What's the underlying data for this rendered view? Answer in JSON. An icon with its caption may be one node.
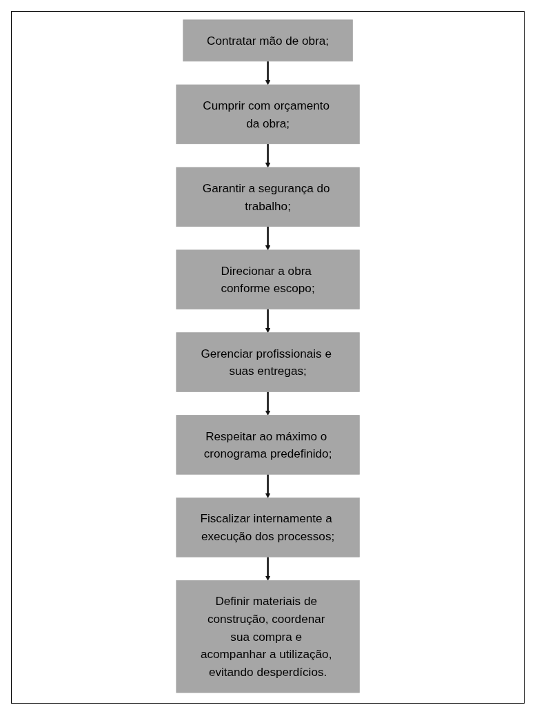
{
  "diagram": {
    "nodes": [
      {
        "text": [
          "Contratar mão de obra;"
        ]
      },
      {
        "text": [
          "Cumprir com orçamento da obra;"
        ]
      },
      {
        "text": [
          "Garantir a segurança do trabalho;"
        ]
      },
      {
        "text": [
          "Direcionar a obra conforme escopo;"
        ]
      },
      {
        "text": [
          "Gerenciar profissionais e suas entregas;"
        ]
      },
      {
        "text": [
          "Respeitar ao máximo o cronograma predefinido;"
        ]
      },
      {
        "text": [
          "Fiscalizar internamente a execução dos processos;"
        ]
      },
      {
        "text": [
          "Definir materiais de construção, coordenar sua compra e acompanhar a utilização, evitando desperdícios."
        ]
      }
    ],
    "edges": [
      {
        "from": 0,
        "to": 1,
        "arrow": "to"
      },
      {
        "from": 1,
        "to": 2,
        "arrow": "to"
      },
      {
        "from": 2,
        "to": 3,
        "arrow": "to"
      },
      {
        "from": 3,
        "to": 4,
        "arrow": "to"
      },
      {
        "from": 4,
        "to": 5,
        "arrow": "to"
      },
      {
        "from": 5,
        "to": 6,
        "arrow": "to"
      },
      {
        "from": 6,
        "to": 7,
        "arrow": "to"
      }
    ]
  }
}
